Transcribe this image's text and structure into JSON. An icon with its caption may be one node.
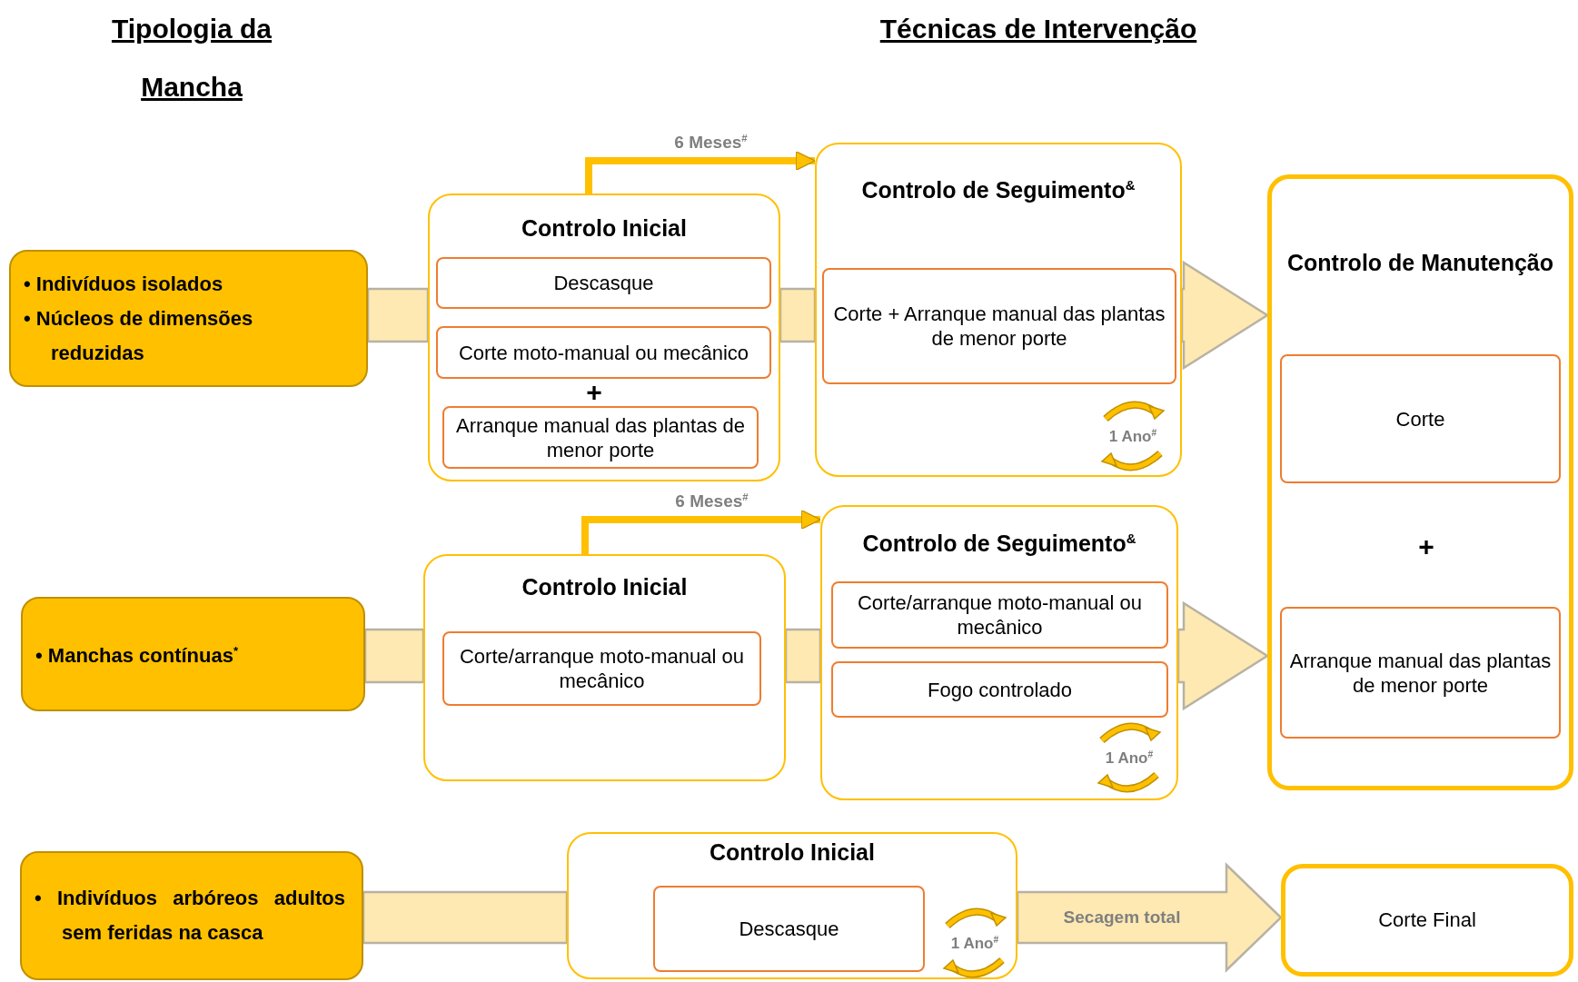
{
  "diagram": {
    "nodes": [
      {
        "text": [
          "• Indivíduos isolados",
          "• Núcleos de dimensões reduzidas"
        ]
      },
      {
        "text": [
          "Controlo Inicial"
        ]
      },
      {
        "text": [
          "Descasque"
        ],
        "in": 1
      },
      {
        "text": [
          "Corte moto-manual ou mecânico"
        ],
        "in": 1
      },
      {
        "text": [
          "Arranque manual das plantas de menor porte"
        ],
        "in": 1
      },
      {
        "text": [
          "Controlo de Seguimento$^{&}$"
        ]
      },
      {
        "text": [
          "Corte + Arranque manual das plantas de menor porte"
        ],
        "in": 5
      },
      {
        "text": [
          "Controlo de Manutenção"
        ]
      },
      {
        "text": [
          "Corte"
        ],
        "in": 7
      },
      {
        "text": [
          "Arranque manual das plantas de menor porte"
        ],
        "in": 7
      },
      {
        "text": [
          "• Manchas contínuas$^{*}$"
        ]
      },
      {
        "text": [
          "Controlo Inicial"
        ]
      },
      {
        "text": [
          "Corte/arranque moto-manual ou mecânico"
        ],
        "in": 11
      },
      {
        "text": [
          "Controlo de Seguimento$^{&}$"
        ]
      },
      {
        "text": [
          "Corte/arranque moto-manual ou mecânico"
        ],
        "in": 13
      },
      {
        "text": [
          "Fogo controlado"
        ],
        "in": 13
      },
      {
        "text": [
          "• Indivíduos arbóreos adultos sem feridas na casca"
        ]
      },
      {
        "text": [
          "Controlo Inicial"
        ]
      },
      {
        "text": [
          "Descasque"
        ],
        "in": 17
      },
      {
        "text": [
          "Corte Final"
        ]
      }
    ],
    "edges": [
      {
        "from": 0,
        "to": 1,
        "arrow": "none",
        "style": "thick"
      },
      {
        "from": 1,
        "to": 5,
        "arrow": "none",
        "style": "thick"
      },
      {
        "from": 5,
        "to": 7,
        "arrow": "to",
        "style": "thick"
      },
      {
        "from": 1,
        "to": 5,
        "arrow": "to",
        "label": "6 Meses$^{#}$",
        "color": "#ffc000"
      },
      {
        "from": 10,
        "to": 11,
        "arrow": "none",
        "style": "thick"
      },
      {
        "from": 11,
        "to": 13,
        "arrow": "none",
        "style": "thick"
      },
      {
        "from": 13,
        "to": 7,
        "arrow": "to",
        "style": "thick"
      },
      {
        "from": 11,
        "to": 13,
        "arrow": "to",
        "label": "6 Meses$^{#}$",
        "color": "#ffc000"
      },
      {
        "from": 16,
        "to": 17,
        "arrow": "none",
        "style": "thick"
      },
      {
        "from": 17,
        "to": 19,
        "arrow": "to",
        "style": "thick",
        "label": "Secagem total"
      }
    ],
    "labels": [
      "Tipologia da Mancha",
      "Técnicas de Intervenção",
      "+",
      "1 Ano$^{#}$",
      "+",
      "1 Ano$^{#}$",
      "1 Ano$^{#}$"
    ]
  }
}
